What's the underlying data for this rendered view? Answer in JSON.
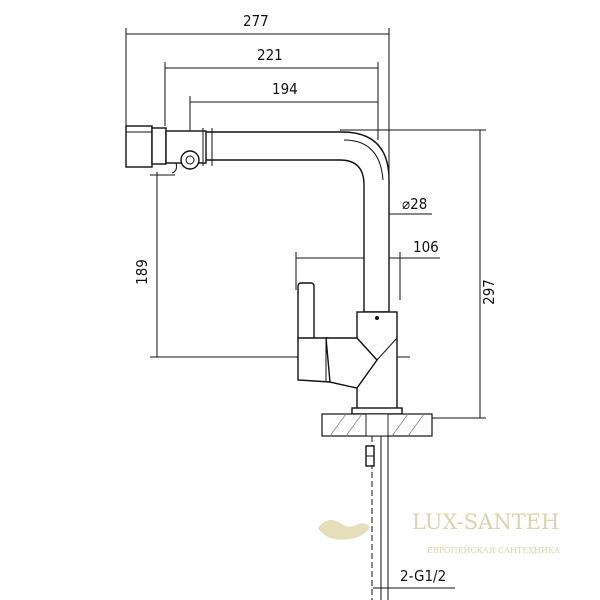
{
  "dimensions": {
    "d277": "277",
    "d221": "221",
    "d194": "194",
    "d28": "⌀28",
    "d106": "106",
    "d189": "189",
    "d297": "297",
    "thread": "2-G1/2"
  },
  "watermark": {
    "brand": "LUX-SANTEH",
    "tagline": "ЕВРОПЕЙСКАЯ САНТЕХНИКА"
  }
}
